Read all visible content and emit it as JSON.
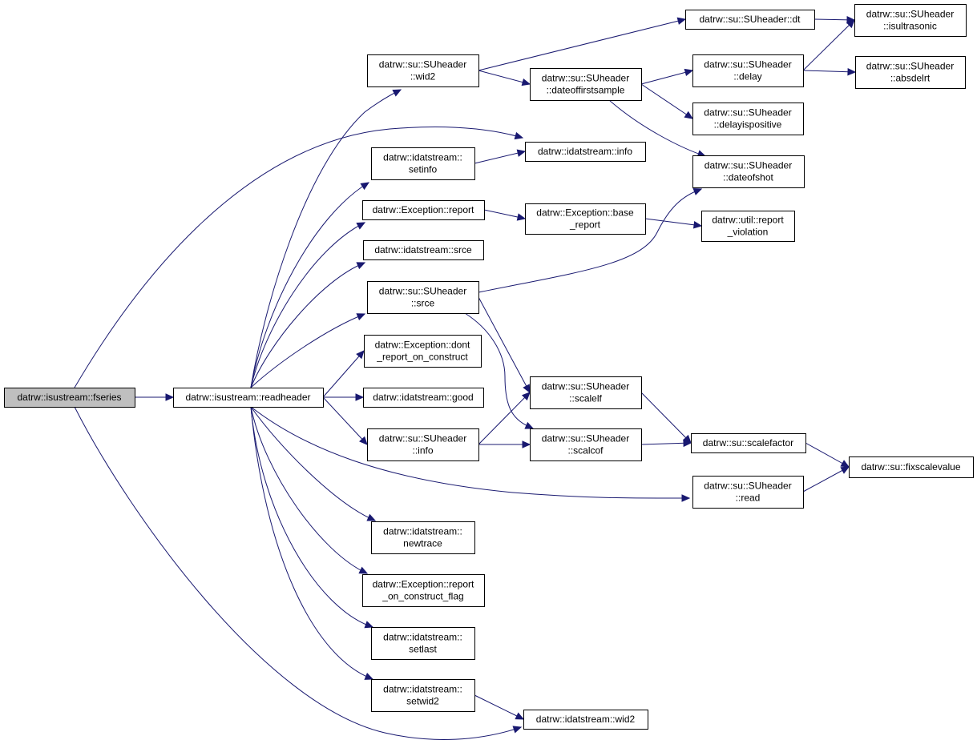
{
  "nodes": [
    {
      "id": "fseries",
      "lines": [
        "datrw::isustream::fseries"
      ],
      "root": true
    },
    {
      "id": "readheader",
      "lines": [
        "datrw::isustream::readheader"
      ]
    },
    {
      "id": "su_wid2",
      "lines": [
        "datrw::su::SUheader",
        "::wid2"
      ]
    },
    {
      "id": "ids_setinfo",
      "lines": [
        "datrw::idatstream::",
        "setinfo"
      ]
    },
    {
      "id": "exc_report",
      "lines": [
        "datrw::Exception::report"
      ]
    },
    {
      "id": "ids_srce",
      "lines": [
        "datrw::idatstream::srce"
      ]
    },
    {
      "id": "su_srce",
      "lines": [
        "datrw::su::SUheader",
        "::srce"
      ]
    },
    {
      "id": "exc_dont",
      "lines": [
        "datrw::Exception::dont",
        "_report_on_construct"
      ]
    },
    {
      "id": "ids_good",
      "lines": [
        "datrw::idatstream::good"
      ]
    },
    {
      "id": "su_info",
      "lines": [
        "datrw::su::SUheader",
        "::info"
      ]
    },
    {
      "id": "ids_newtrace",
      "lines": [
        "datrw::idatstream::",
        "newtrace"
      ]
    },
    {
      "id": "exc_flag",
      "lines": [
        "datrw::Exception::report",
        "_on_construct_flag"
      ]
    },
    {
      "id": "ids_setlast",
      "lines": [
        "datrw::idatstream::",
        "setlast"
      ]
    },
    {
      "id": "ids_setwid2",
      "lines": [
        "datrw::idatstream::",
        "setwid2"
      ]
    },
    {
      "id": "su_dt",
      "lines": [
        "datrw::su::SUheader::dt"
      ]
    },
    {
      "id": "su_dofs",
      "lines": [
        "datrw::su::SUheader",
        "::dateoffirstsample"
      ]
    },
    {
      "id": "ids_info",
      "lines": [
        "datrw::idatstream::info"
      ]
    },
    {
      "id": "exc_base",
      "lines": [
        "datrw::Exception::base",
        "_report"
      ]
    },
    {
      "id": "su_scalelf",
      "lines": [
        "datrw::su::SUheader",
        "::scalelf"
      ]
    },
    {
      "id": "su_scalcof",
      "lines": [
        "datrw::su::SUheader",
        "::scalcof"
      ]
    },
    {
      "id": "ids_wid2",
      "lines": [
        "datrw::idatstream::wid2"
      ]
    },
    {
      "id": "su_isultra",
      "lines": [
        "datrw::su::SUheader",
        "::isultrasonic"
      ]
    },
    {
      "id": "su_delay",
      "lines": [
        "datrw::su::SUheader",
        "::delay"
      ]
    },
    {
      "id": "su_delaypos",
      "lines": [
        "datrw::su::SUheader",
        "::delayispositive"
      ]
    },
    {
      "id": "su_dateofshot",
      "lines": [
        "datrw::su::SUheader",
        "::dateofshot"
      ]
    },
    {
      "id": "util_report",
      "lines": [
        "datrw::util::report",
        "_violation"
      ]
    },
    {
      "id": "su_scalefactor",
      "lines": [
        "datrw::su::scalefactor"
      ]
    },
    {
      "id": "su_read",
      "lines": [
        "datrw::su::SUheader",
        "::read"
      ]
    },
    {
      "id": "su_absdelrt",
      "lines": [
        "datrw::su::SUheader",
        "::absdelrt"
      ]
    },
    {
      "id": "su_fixscale",
      "lines": [
        "datrw::su::fixscalevalue"
      ]
    }
  ],
  "edges": [
    [
      "fseries",
      "readheader"
    ],
    [
      "fseries",
      "ids_info"
    ],
    [
      "fseries",
      "ids_wid2"
    ],
    [
      "readheader",
      "su_wid2"
    ],
    [
      "readheader",
      "ids_setinfo"
    ],
    [
      "readheader",
      "exc_report"
    ],
    [
      "readheader",
      "ids_srce"
    ],
    [
      "readheader",
      "su_srce"
    ],
    [
      "readheader",
      "exc_dont"
    ],
    [
      "readheader",
      "ids_good"
    ],
    [
      "readheader",
      "su_info"
    ],
    [
      "readheader",
      "su_read"
    ],
    [
      "readheader",
      "ids_newtrace"
    ],
    [
      "readheader",
      "exc_flag"
    ],
    [
      "readheader",
      "ids_setlast"
    ],
    [
      "readheader",
      "ids_setwid2"
    ],
    [
      "su_wid2",
      "su_dt"
    ],
    [
      "su_wid2",
      "su_dofs"
    ],
    [
      "ids_setinfo",
      "ids_info"
    ],
    [
      "exc_report",
      "exc_base"
    ],
    [
      "su_srce",
      "su_dateofshot"
    ],
    [
      "su_srce",
      "su_scalelf"
    ],
    [
      "su_srce",
      "su_scalcof"
    ],
    [
      "su_info",
      "su_scalelf"
    ],
    [
      "su_info",
      "su_scalcof"
    ],
    [
      "ids_setwid2",
      "ids_wid2"
    ],
    [
      "su_dt",
      "su_isultra"
    ],
    [
      "su_dofs",
      "su_delay"
    ],
    [
      "su_dofs",
      "su_delaypos"
    ],
    [
      "su_dofs",
      "su_dateofshot"
    ],
    [
      "exc_base",
      "util_report"
    ],
    [
      "su_scalelf",
      "su_scalefactor"
    ],
    [
      "su_scalcof",
      "su_scalefactor"
    ],
    [
      "su_delay",
      "su_isultra"
    ],
    [
      "su_delay",
      "su_absdelrt"
    ],
    [
      "su_scalefactor",
      "su_fixscale"
    ],
    [
      "su_read",
      "su_fixscale"
    ]
  ]
}
